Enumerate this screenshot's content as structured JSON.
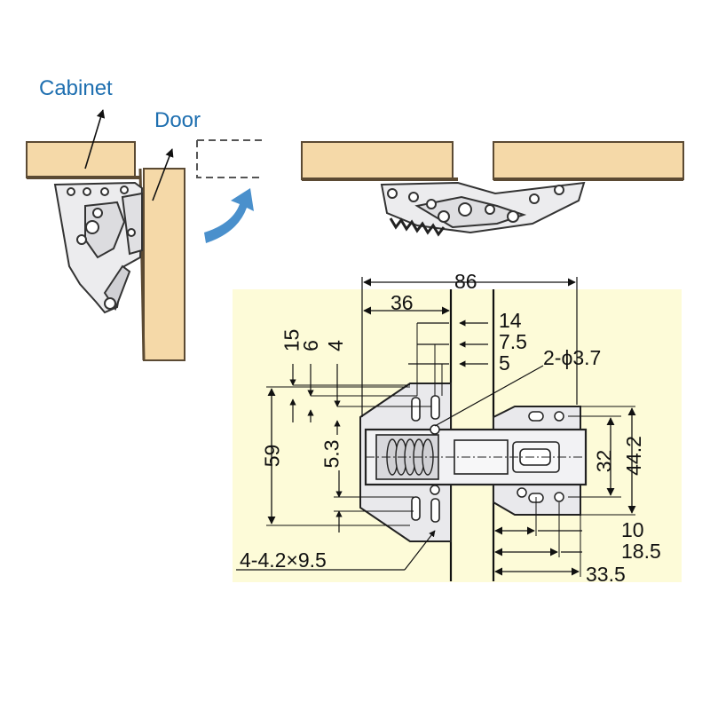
{
  "labels": {
    "cabinet": "Cabinet",
    "door": "Door"
  },
  "dimensions": {
    "d86": "86",
    "d36": "36",
    "d14": "14",
    "d7_5": "7.5",
    "d5": "5",
    "d15": "15",
    "d6": "6",
    "d4": "4",
    "hole_spec": "2-ϕ3.7",
    "d59": "59",
    "d5_3": "5.3",
    "d32": "32",
    "d44_2": "44.2",
    "d10": "10",
    "d18_5": "18.5",
    "d33_5": "33.5",
    "slot_spec": "4-4.2×9.5"
  },
  "colors": {
    "wood": "#f5d9a8",
    "wood_edge": "#6b5a40",
    "panel": "#fdfbd8",
    "arrow": "#4a90cc",
    "callout_text": "#1e6fb0",
    "metal": "#e8e8ea"
  }
}
